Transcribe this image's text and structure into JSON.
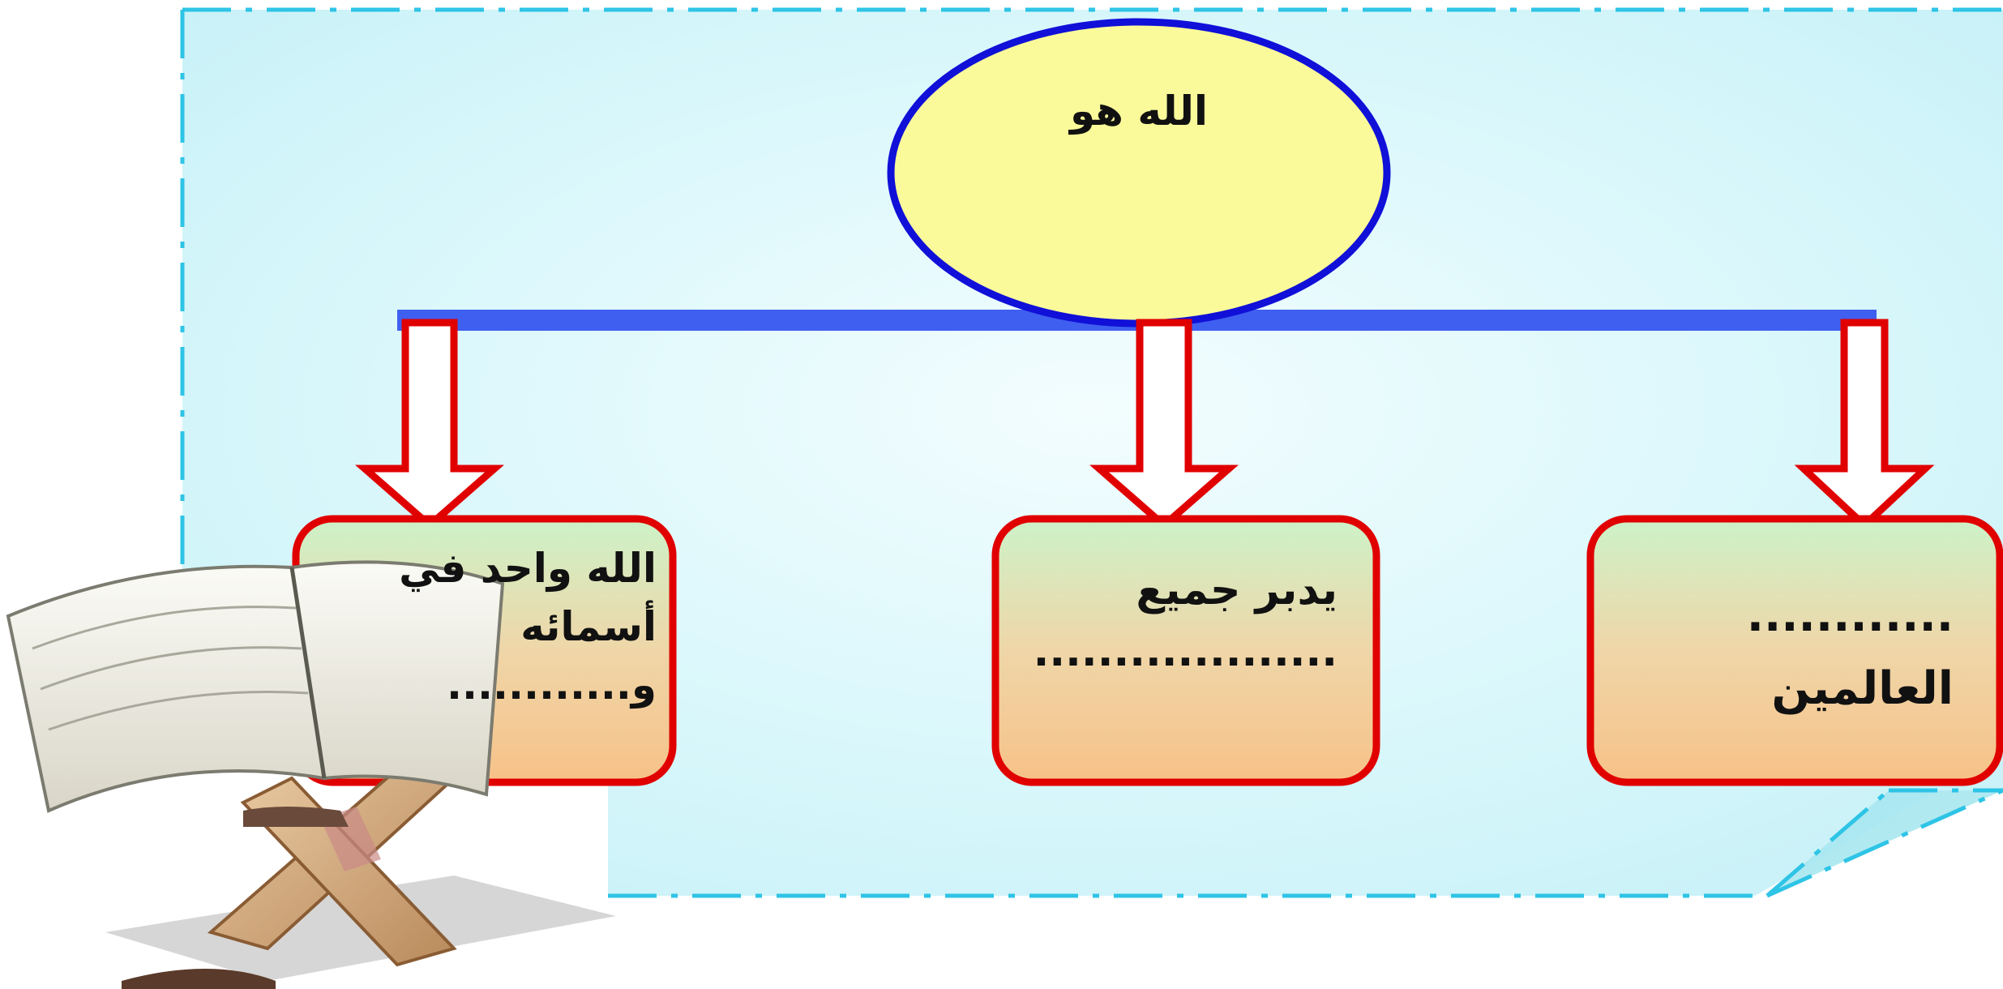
{
  "colors": {
    "frame_dash": "#2ec4e6",
    "panel_bg_inner": "#e8fbfd",
    "panel_bg_outer": "#bff1f7",
    "connector_bar": "#3f5ff0",
    "arrow_red": "#e00000",
    "oval_fill": "#fafa9a",
    "oval_stroke": "#1010d8",
    "box_fill_top": "#cdf2c8",
    "box_fill_bottom": "#f7c188",
    "box_stroke": "#e00000"
  },
  "root": {
    "label": "الله هو"
  },
  "boxes": [
    {
      "lines": [
        "............",
        "العالمين"
      ]
    },
    {
      "lines": [
        "يدبر جميع",
        "..................."
      ]
    },
    {
      "lines": [
        "الله واحد في",
        "أسمائه",
        "و............"
      ]
    }
  ],
  "decoration": {
    "icon": "quran-on-stand-icon"
  }
}
